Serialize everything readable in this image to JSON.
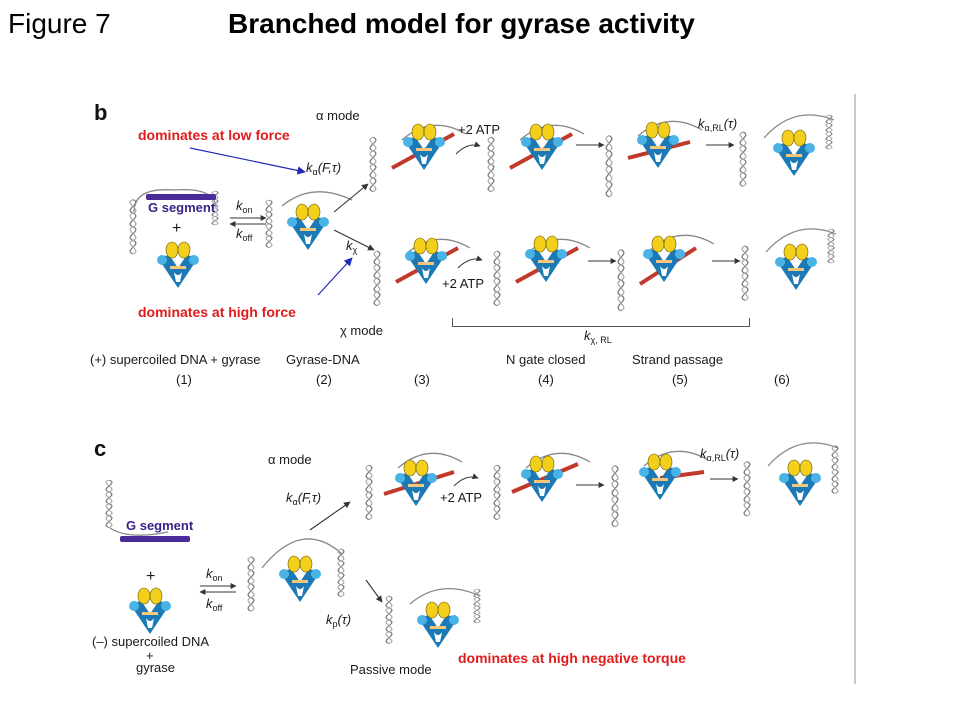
{
  "header": {
    "figure_label": "Figure 7",
    "title": "Branched model for gyrase activity"
  },
  "panel_b": {
    "label": "b",
    "alpha_mode": "α mode",
    "chi_mode": "χ mode",
    "g_segment": "G segment",
    "plus": "+",
    "k_on": "k",
    "k_on_sub": "on",
    "k_off": "k",
    "k_off_sub": "off",
    "k_alpha": "k",
    "k_alpha_sub": "α",
    "k_alpha_arg": "(F,τ)",
    "k_chi": "k",
    "k_chi_sub": "χ",
    "atp_top": "+2 ATP",
    "atp_bottom": "+2 ATP",
    "k_alpha_rl": "k",
    "k_alpha_rl_sub": "α,RL",
    "k_alpha_rl_arg": "(τ)",
    "k_chi_rl": "k",
    "k_chi_rl_sub": "χ, RL",
    "annotations": {
      "low_force": "dominates at low force",
      "high_force": "dominates at high force"
    },
    "steps": [
      {
        "text": "(+) supercoiled DNA + gyrase",
        "num": "(1)"
      },
      {
        "text": "Gyrase-DNA",
        "num": "(2)"
      },
      {
        "text": "",
        "num": "(3)"
      },
      {
        "text": "N gate closed",
        "num": "(4)"
      },
      {
        "text": "Strand passage",
        "num": "(5)"
      },
      {
        "text": "",
        "num": "(6)"
      }
    ]
  },
  "panel_c": {
    "label": "c",
    "alpha_mode": "α mode",
    "g_segment": "G segment",
    "plus": "+",
    "k_on": "k",
    "k_on_sub": "on",
    "k_off": "k",
    "k_off_sub": "off",
    "k_alpha": "k",
    "k_alpha_sub": "α",
    "k_alpha_arg": "(F,τ)",
    "k_p": "k",
    "k_p_sub": "p",
    "k_p_arg": "(τ)",
    "atp": "+2 ATP",
    "k_alpha_rl": "k",
    "k_alpha_rl_sub": "α,RL",
    "k_alpha_rl_arg": "(τ)",
    "passive_mode": "Passive mode",
    "neg_supercoiled": "(–) supercoiled DNA",
    "plus2": "+",
    "gyrase": "gyrase",
    "annotations": {
      "high_neg_torque": "dominates at high negative torque"
    }
  },
  "colors": {
    "red_annotation": "#e01b1b",
    "arrow_blue": "#1f2bb5",
    "enzyme_blue": "#1b79b5",
    "enzyme_yellow": "#f2cf1a",
    "g_segment_purple": "#4b2a9a",
    "t_segment_red": "#c0392b"
  }
}
